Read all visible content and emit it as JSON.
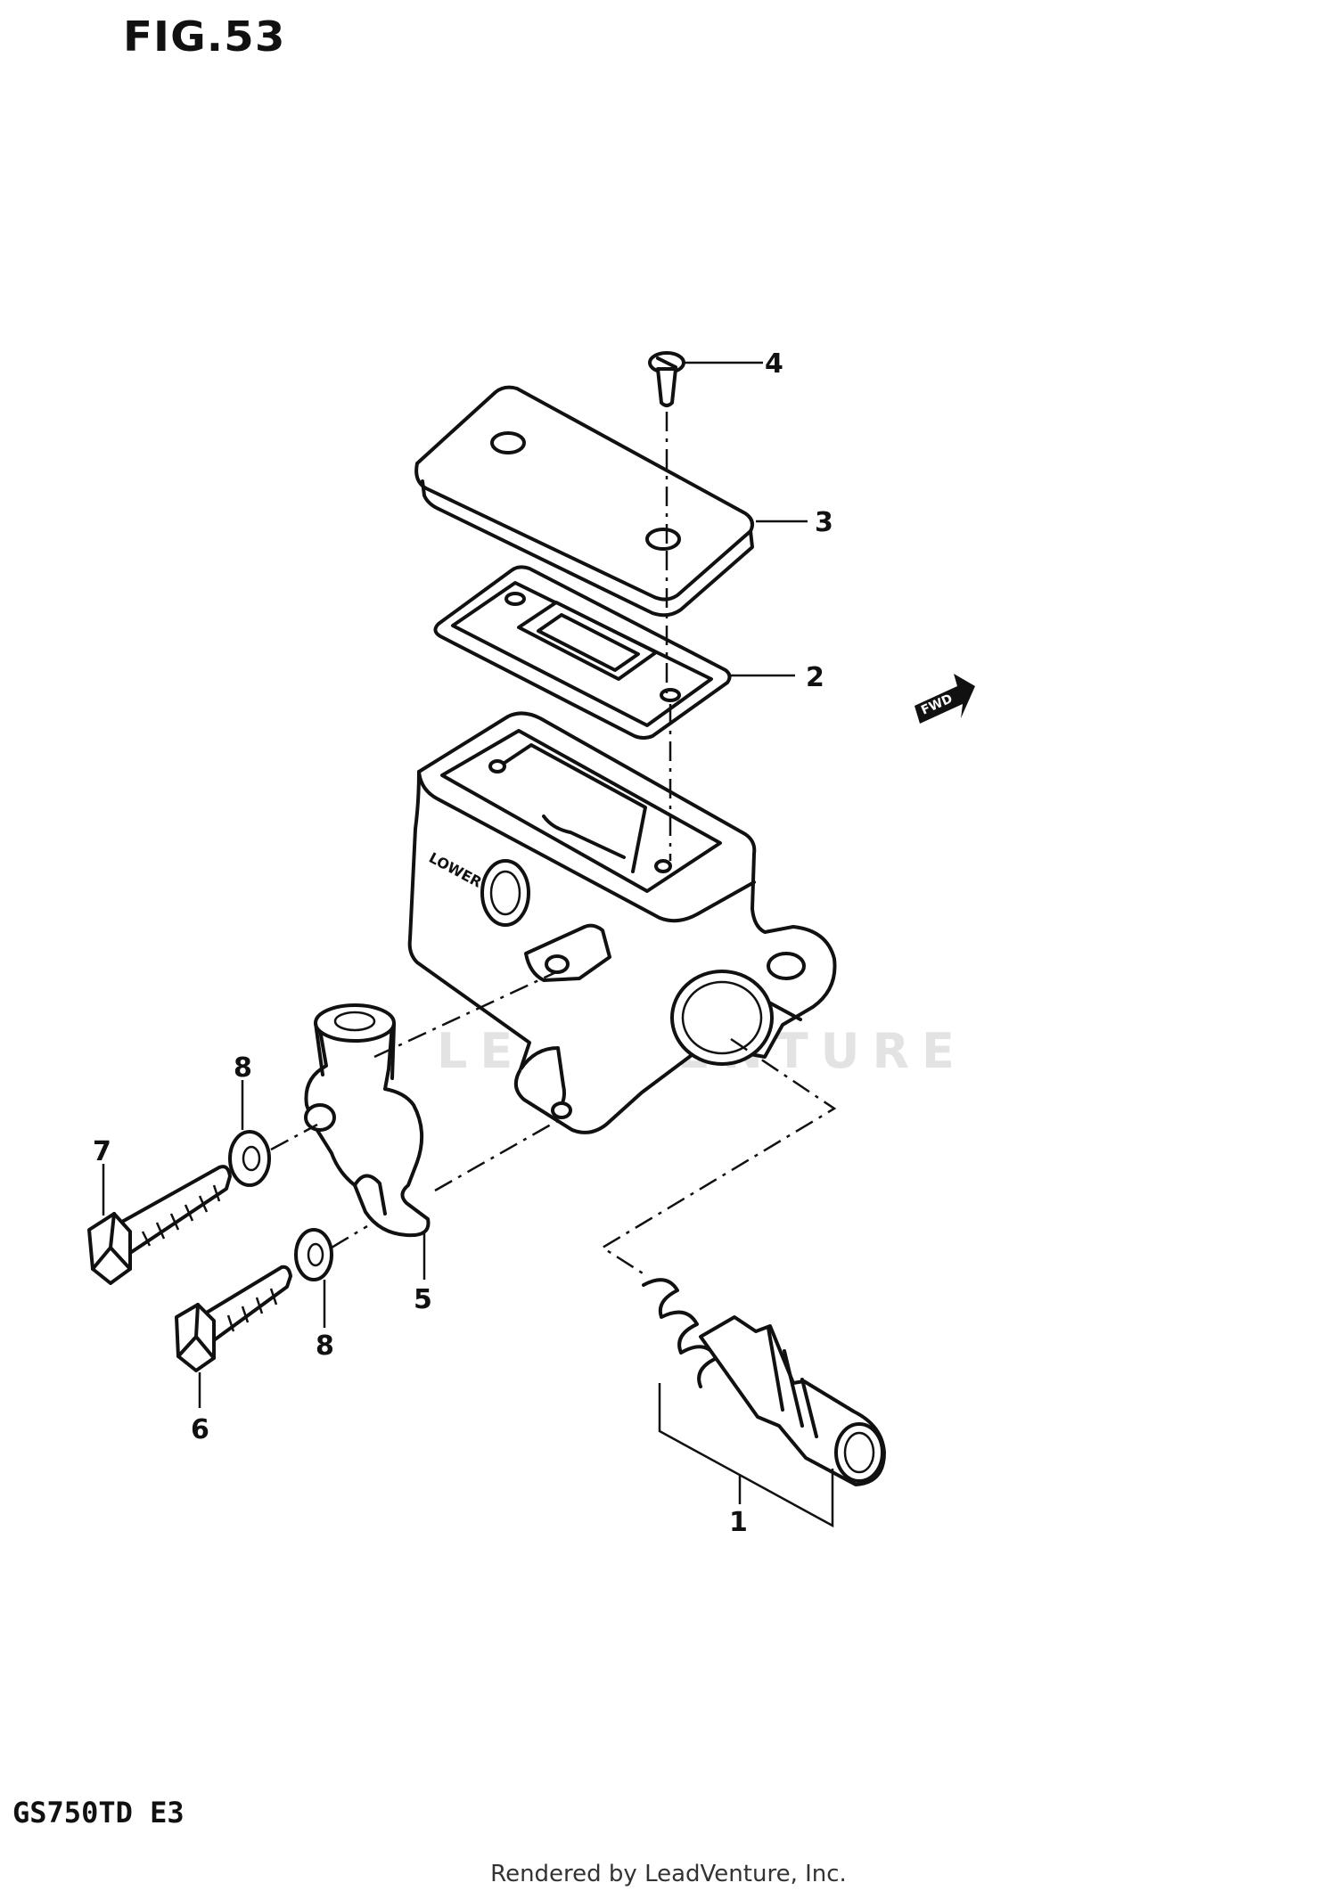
{
  "figure": {
    "title": "FIG.53",
    "model": "GS750TD  E3",
    "footer": "Rendered by LeadVenture, Inc.",
    "watermark": "LEADVENTURE",
    "fwd_label": "FWD",
    "body_marking": "LOWER"
  },
  "callouts": [
    {
      "id": "1",
      "label": "1"
    },
    {
      "id": "2",
      "label": "2"
    },
    {
      "id": "3",
      "label": "3"
    },
    {
      "id": "4",
      "label": "4"
    },
    {
      "id": "5",
      "label": "5"
    },
    {
      "id": "6",
      "label": "6"
    },
    {
      "id": "7",
      "label": "7"
    },
    {
      "id": "8a",
      "label": "8"
    },
    {
      "id": "8b",
      "label": "8"
    }
  ],
  "colors": {
    "ink": "#111111",
    "paper": "#ffffff",
    "watermark": "#d8d8d8"
  }
}
